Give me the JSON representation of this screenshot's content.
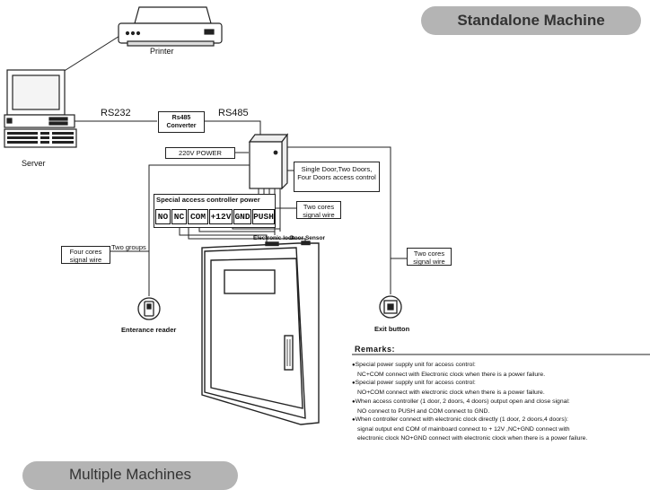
{
  "titles": {
    "standalone": "Standalone Machine",
    "multiple": "Multiple Machines"
  },
  "devices": {
    "printer": "Printer",
    "server": "Server",
    "converter": "Rs485 Converter",
    "entrance_reader": "Enterance reader",
    "exit_button": "Exit button"
  },
  "links": {
    "rs232": "RS232",
    "rs485": "RS485",
    "power": "220V POWER",
    "door_types": "Single Door,Two Doors, Four Doors access control",
    "two_groups": "Two groups",
    "four_cores": "Four cores signal wire",
    "two_cores_1": "Two cores signal wire",
    "two_cores_2": "Two cores signal wire",
    "electronic_lock": "Electronic lock",
    "door_sensor": "Door Sensor"
  },
  "power_unit": {
    "title": "Special access controller power",
    "terminals": [
      "NO",
      "NC",
      "COM",
      "+12V",
      "GND",
      "PUSH"
    ]
  },
  "remarks": {
    "heading": "Remarks:",
    "items": [
      {
        "text": "Special power supply unit for access control:",
        "bullet": true
      },
      {
        "text": "NC+COM connect with Electronic clock when there is a power failure.",
        "bullet": false
      },
      {
        "text": "Special power supply unit for access control:",
        "bullet": true
      },
      {
        "text": "NO+COM connect with electronic clock when there is a power failure.",
        "bullet": false
      },
      {
        "text": "When access controller (1 door, 2 doors, 4 doors) output open and close signal:",
        "bullet": true
      },
      {
        "text": "NO connect to PUSH and COM connect to GND.",
        "bullet": false
      },
      {
        "text": "When controller connect with electronic clock directly (1 door, 2 doors,4 doors):",
        "bullet": true
      },
      {
        "text": "signal output end COM of mainboard connect to + 12V ,NC+GND connect with",
        "bullet": false
      },
      {
        "text": "electronic clock NO+GND connect with electronic clock when there is a power failure.",
        "bullet": false
      }
    ]
  }
}
